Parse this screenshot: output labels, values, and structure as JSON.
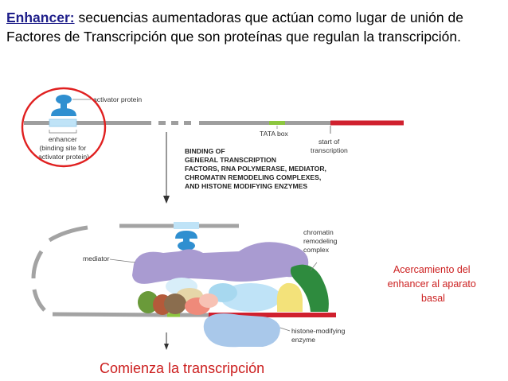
{
  "header": {
    "keyword": "Enhancer:",
    "text": " secuencias aumentadoras que actúan como lugar de unión de Factores de Transcripción que son proteínas que regulan la transcripción."
  },
  "top_panel": {
    "activator_label": "activator protein",
    "enhancer_label_lines": [
      "enhancer",
      "(binding site for",
      "activator protein)"
    ],
    "tata_label": "TATA box",
    "start_label_lines": [
      "start of",
      "transcription"
    ],
    "binding_lines": [
      "BINDING OF",
      "GENERAL TRANSCRIPTION",
      "FACTORS, RNA POLYMERASE, MEDIATOR,",
      "CHROMATIN REMODELING COMPLEXES,",
      "AND HISTONE MODIFYING ENZYMES"
    ]
  },
  "bottom_panel": {
    "mediator_label": "mediator",
    "chromatin_label_lines": [
      "chromatin",
      "remodeling",
      "complex"
    ],
    "histone_label_lines": [
      "histone-modifying",
      "enzyme"
    ]
  },
  "annotations": {
    "acercamiento_lines": [
      "Acercamiento del",
      "enhancer al aparato",
      "basal"
    ],
    "comienza": "Comienza la transcripción"
  },
  "colors": {
    "dna": "#9e9e9e",
    "activator": "#2f8fd0",
    "enhancer_box": "#bfe3f7",
    "start_line": "#d0202e",
    "highlight_circle": "#e02020",
    "mediator": "#a99bd1",
    "chromatin": "#2e8b3e",
    "histone_enzyme": "#a9c8ea"
  }
}
